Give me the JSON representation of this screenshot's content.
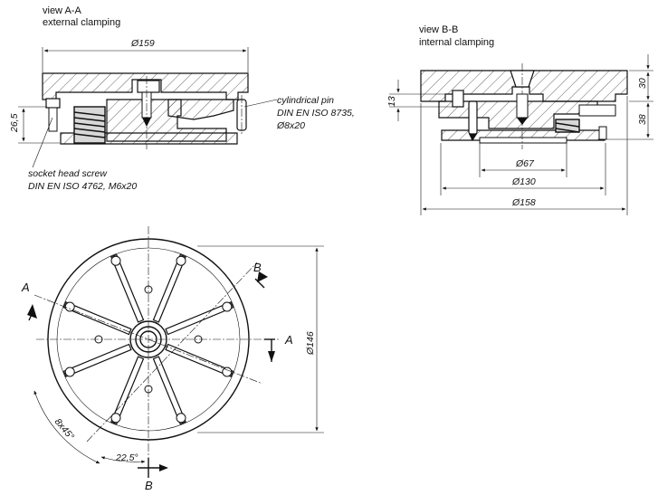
{
  "views": {
    "aa": {
      "title": "view A-A",
      "subtitle": "external clamping",
      "diameter": "Ø159",
      "height": "26,5"
    },
    "bb": {
      "title": "view B-B",
      "subtitle": "internal clamping",
      "dim_67": "Ø67",
      "dim_130": "Ø130",
      "dim_158": "Ø158",
      "dim_13": "13",
      "dim_30": "30",
      "dim_38": "38"
    },
    "plan": {
      "diameter": "Ø146",
      "angle_pitch": "8x45°",
      "angle_offset": "22,5°",
      "section_a": "A",
      "section_b": "B"
    }
  },
  "callouts": {
    "pin": {
      "line1": "cylindrical pin",
      "line2": "DIN EN ISO 8735,",
      "line3": "Ø8x20"
    },
    "screw": {
      "line1": "socket head screw",
      "line2": "DIN EN ISO 4762, M6x20"
    }
  }
}
